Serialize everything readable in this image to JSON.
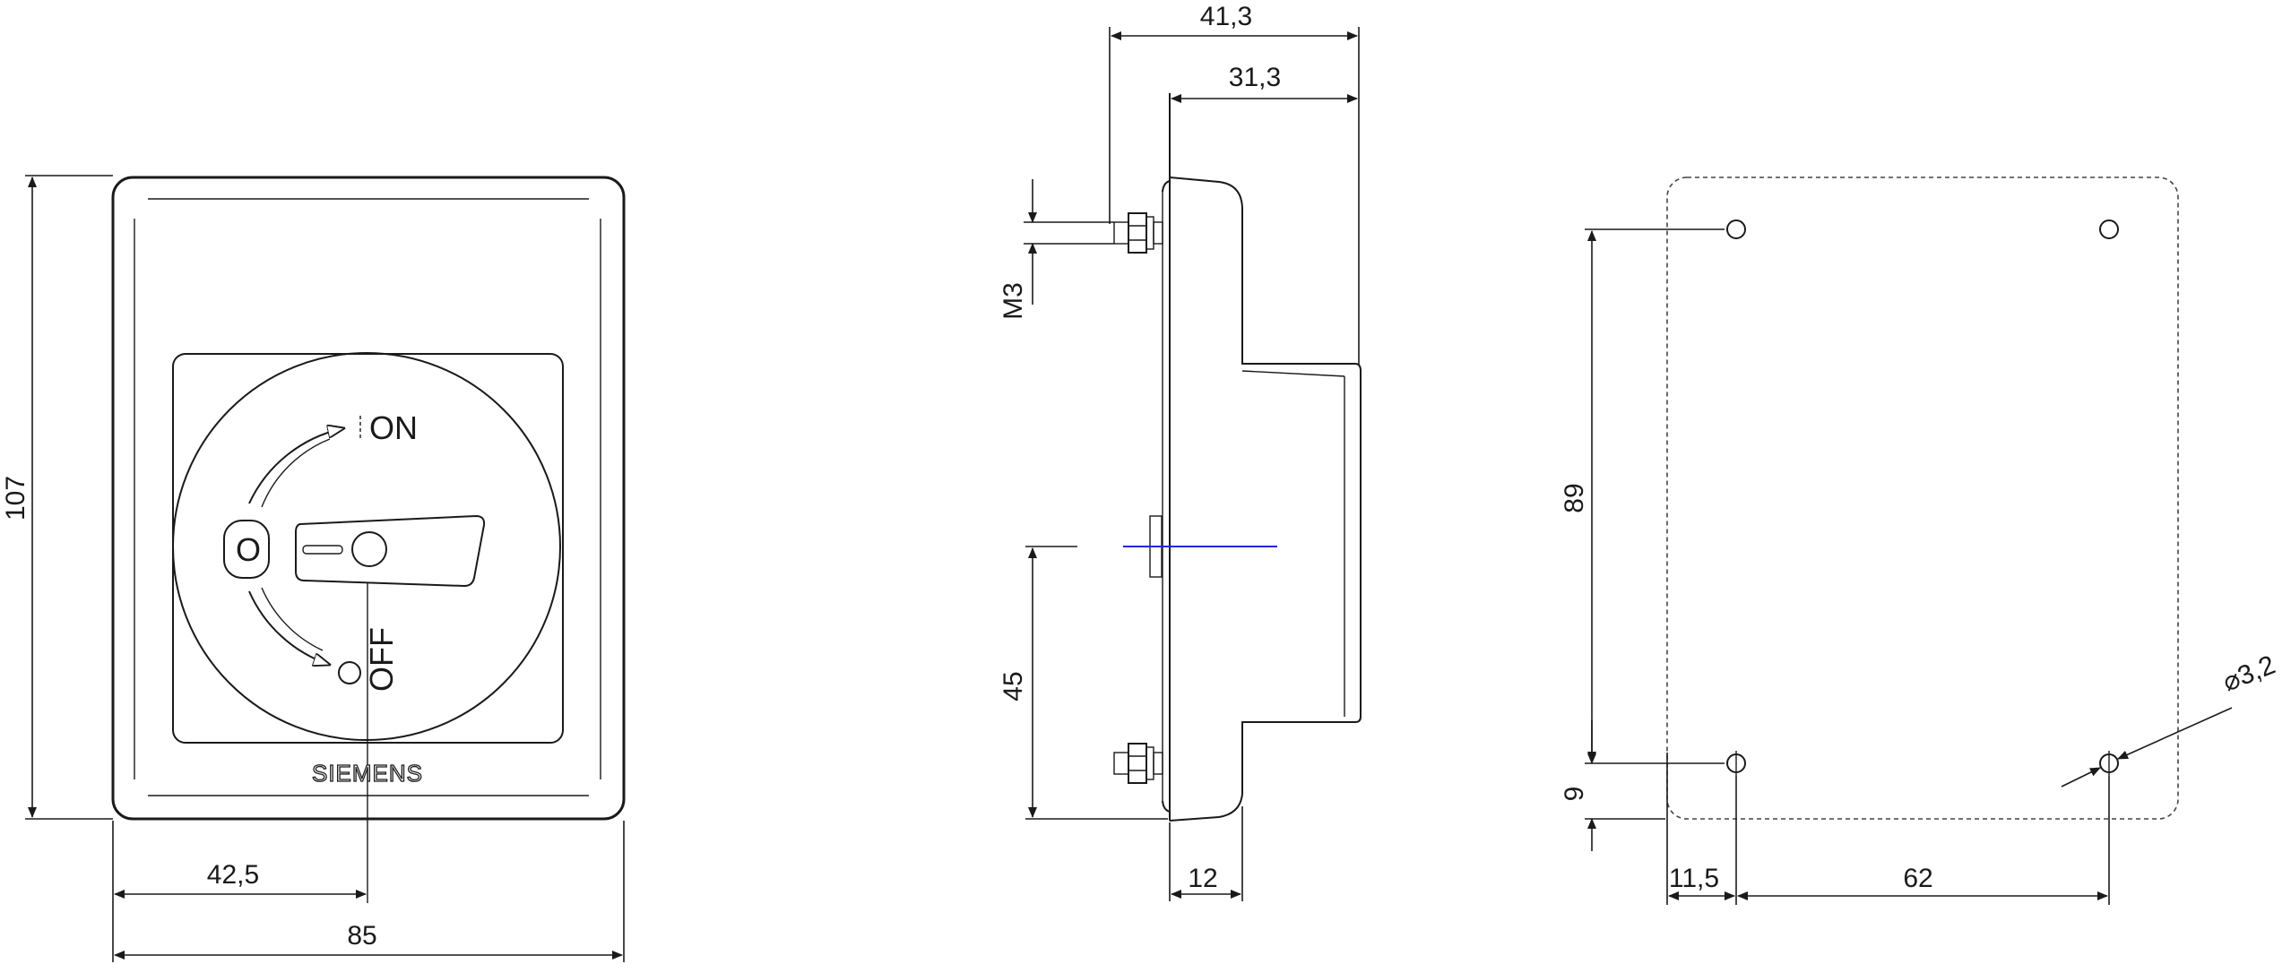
{
  "front_view": {
    "brand": "SIEMENS",
    "label_on": "ON",
    "label_off": "OFF",
    "label_zero": "O",
    "dim_height": "107",
    "dim_width": "85",
    "dim_axis": "42,5"
  },
  "side_view": {
    "dim_total_depth": "41,3",
    "dim_depth": "31,3",
    "dim_thread": "M3",
    "dim_axis_height": "45",
    "dim_base": "12"
  },
  "drill_view": {
    "dim_hole_spacing_v": "89",
    "dim_hole_offset_v": "9",
    "dim_hole_offset_h": "11,5",
    "dim_hole_spacing_h": "62",
    "dim_hole_diameter": "⌀3,2"
  },
  "colors": {
    "line": "#1a1a1a",
    "centerline": "#1f2bd8",
    "background": "#ffffff"
  }
}
